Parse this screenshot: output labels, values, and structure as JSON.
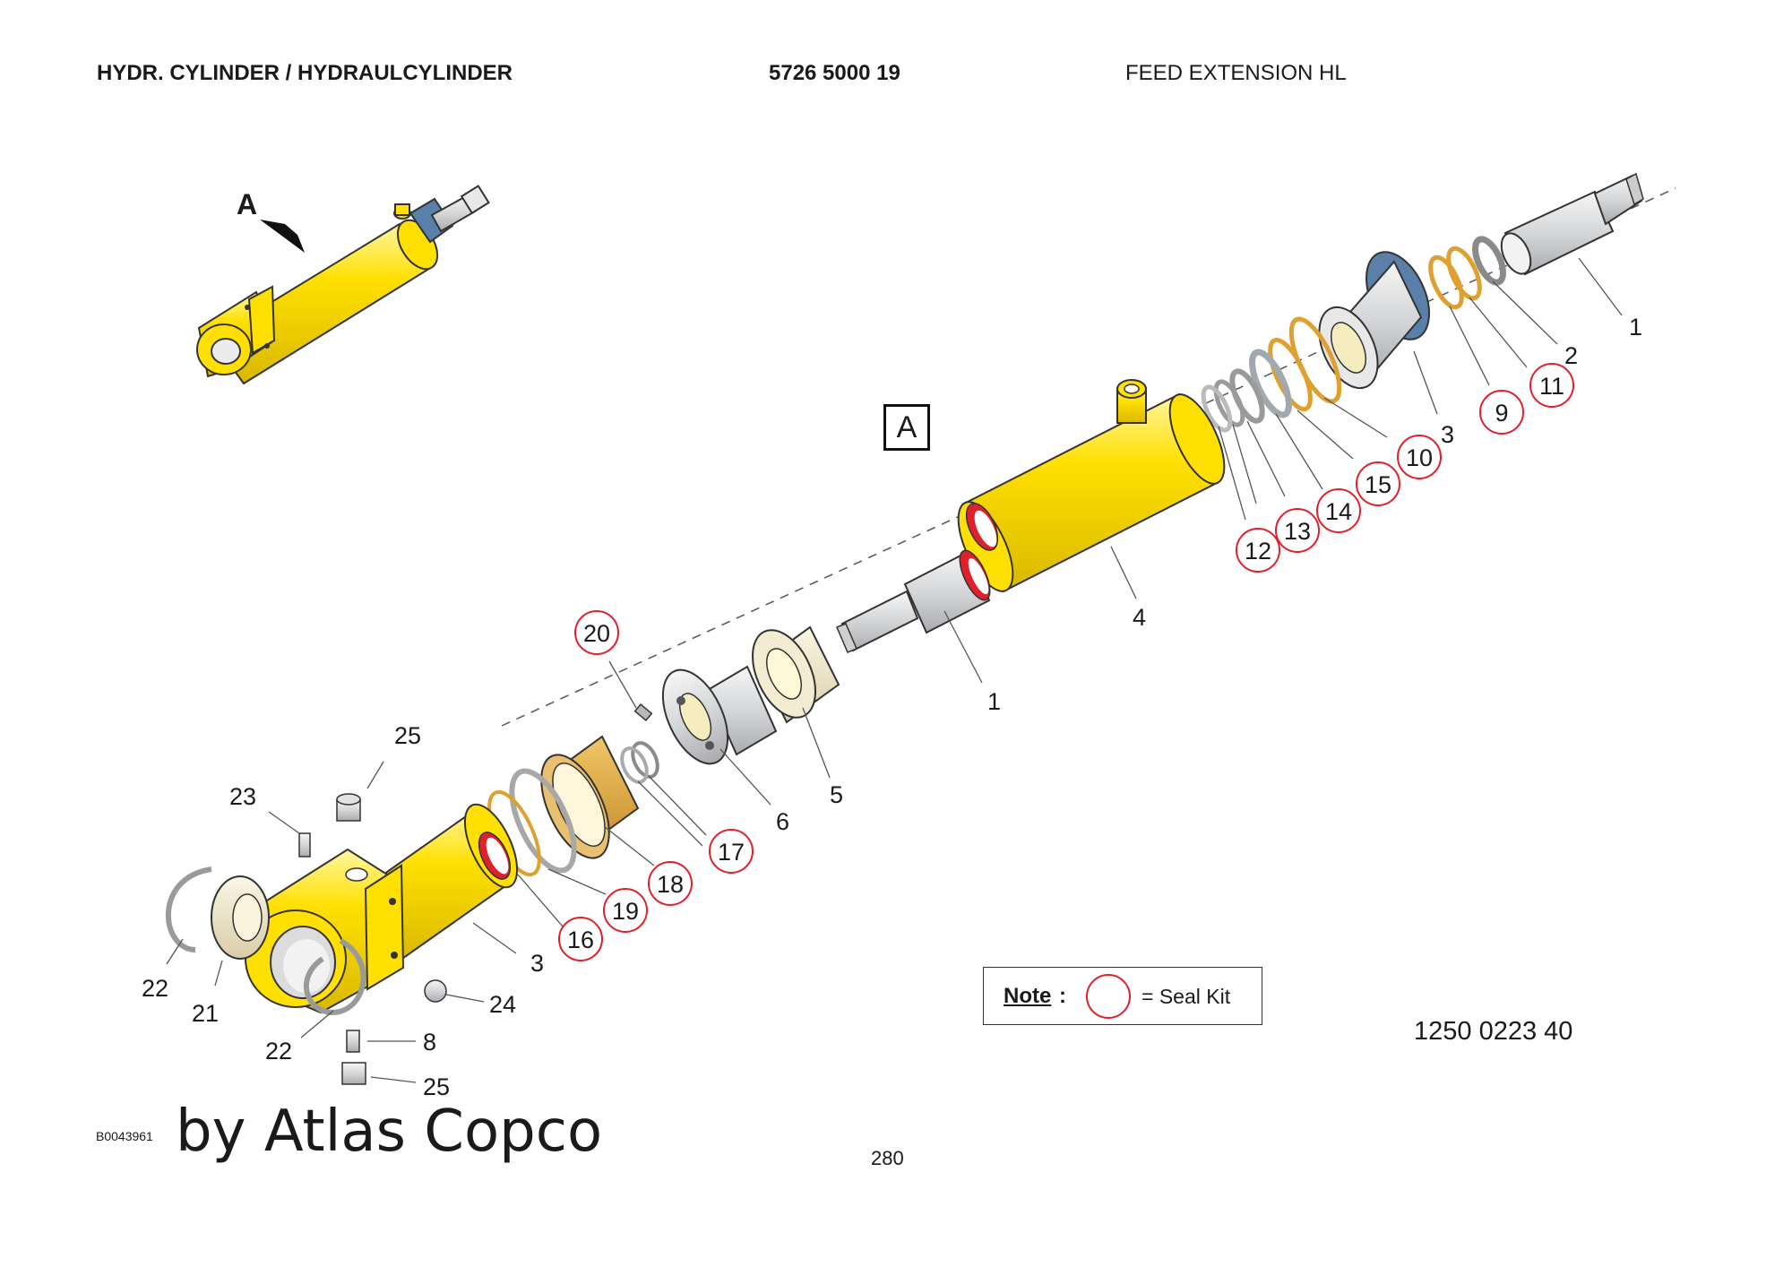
{
  "header": {
    "title": "HYDR. CYLINDER / HYDRAULCYLINDER",
    "part_number": "5726 5000 19",
    "subtitle": "FEED EXTENSION HL"
  },
  "view_marker": "A",
  "arrow_label": "A",
  "callouts": [
    "1",
    "2",
    "3",
    "4",
    "5",
    "6",
    "8",
    "21",
    "22",
    "23",
    "24",
    "25"
  ],
  "seal_kit_callouts": [
    "9",
    "10",
    "11",
    "12",
    "13",
    "14",
    "15",
    "16",
    "17",
    "18",
    "19",
    "20"
  ],
  "note": {
    "label": "Note",
    "colon": ":",
    "text": "= Seal Kit"
  },
  "doc_number": "1250 0223 40",
  "bottom_code": "B0043961",
  "brand": "by Atlas Copco",
  "page_number": "280",
  "colors": {
    "cylinder_yellow": "#ffe000",
    "seal_kit_red": "#e0202a",
    "nut_blue": "#5a7fa8",
    "seal_orange": "#e0a030",
    "bushing_cream": "#efe6c8",
    "steel_grey": "#d4d6d8"
  }
}
